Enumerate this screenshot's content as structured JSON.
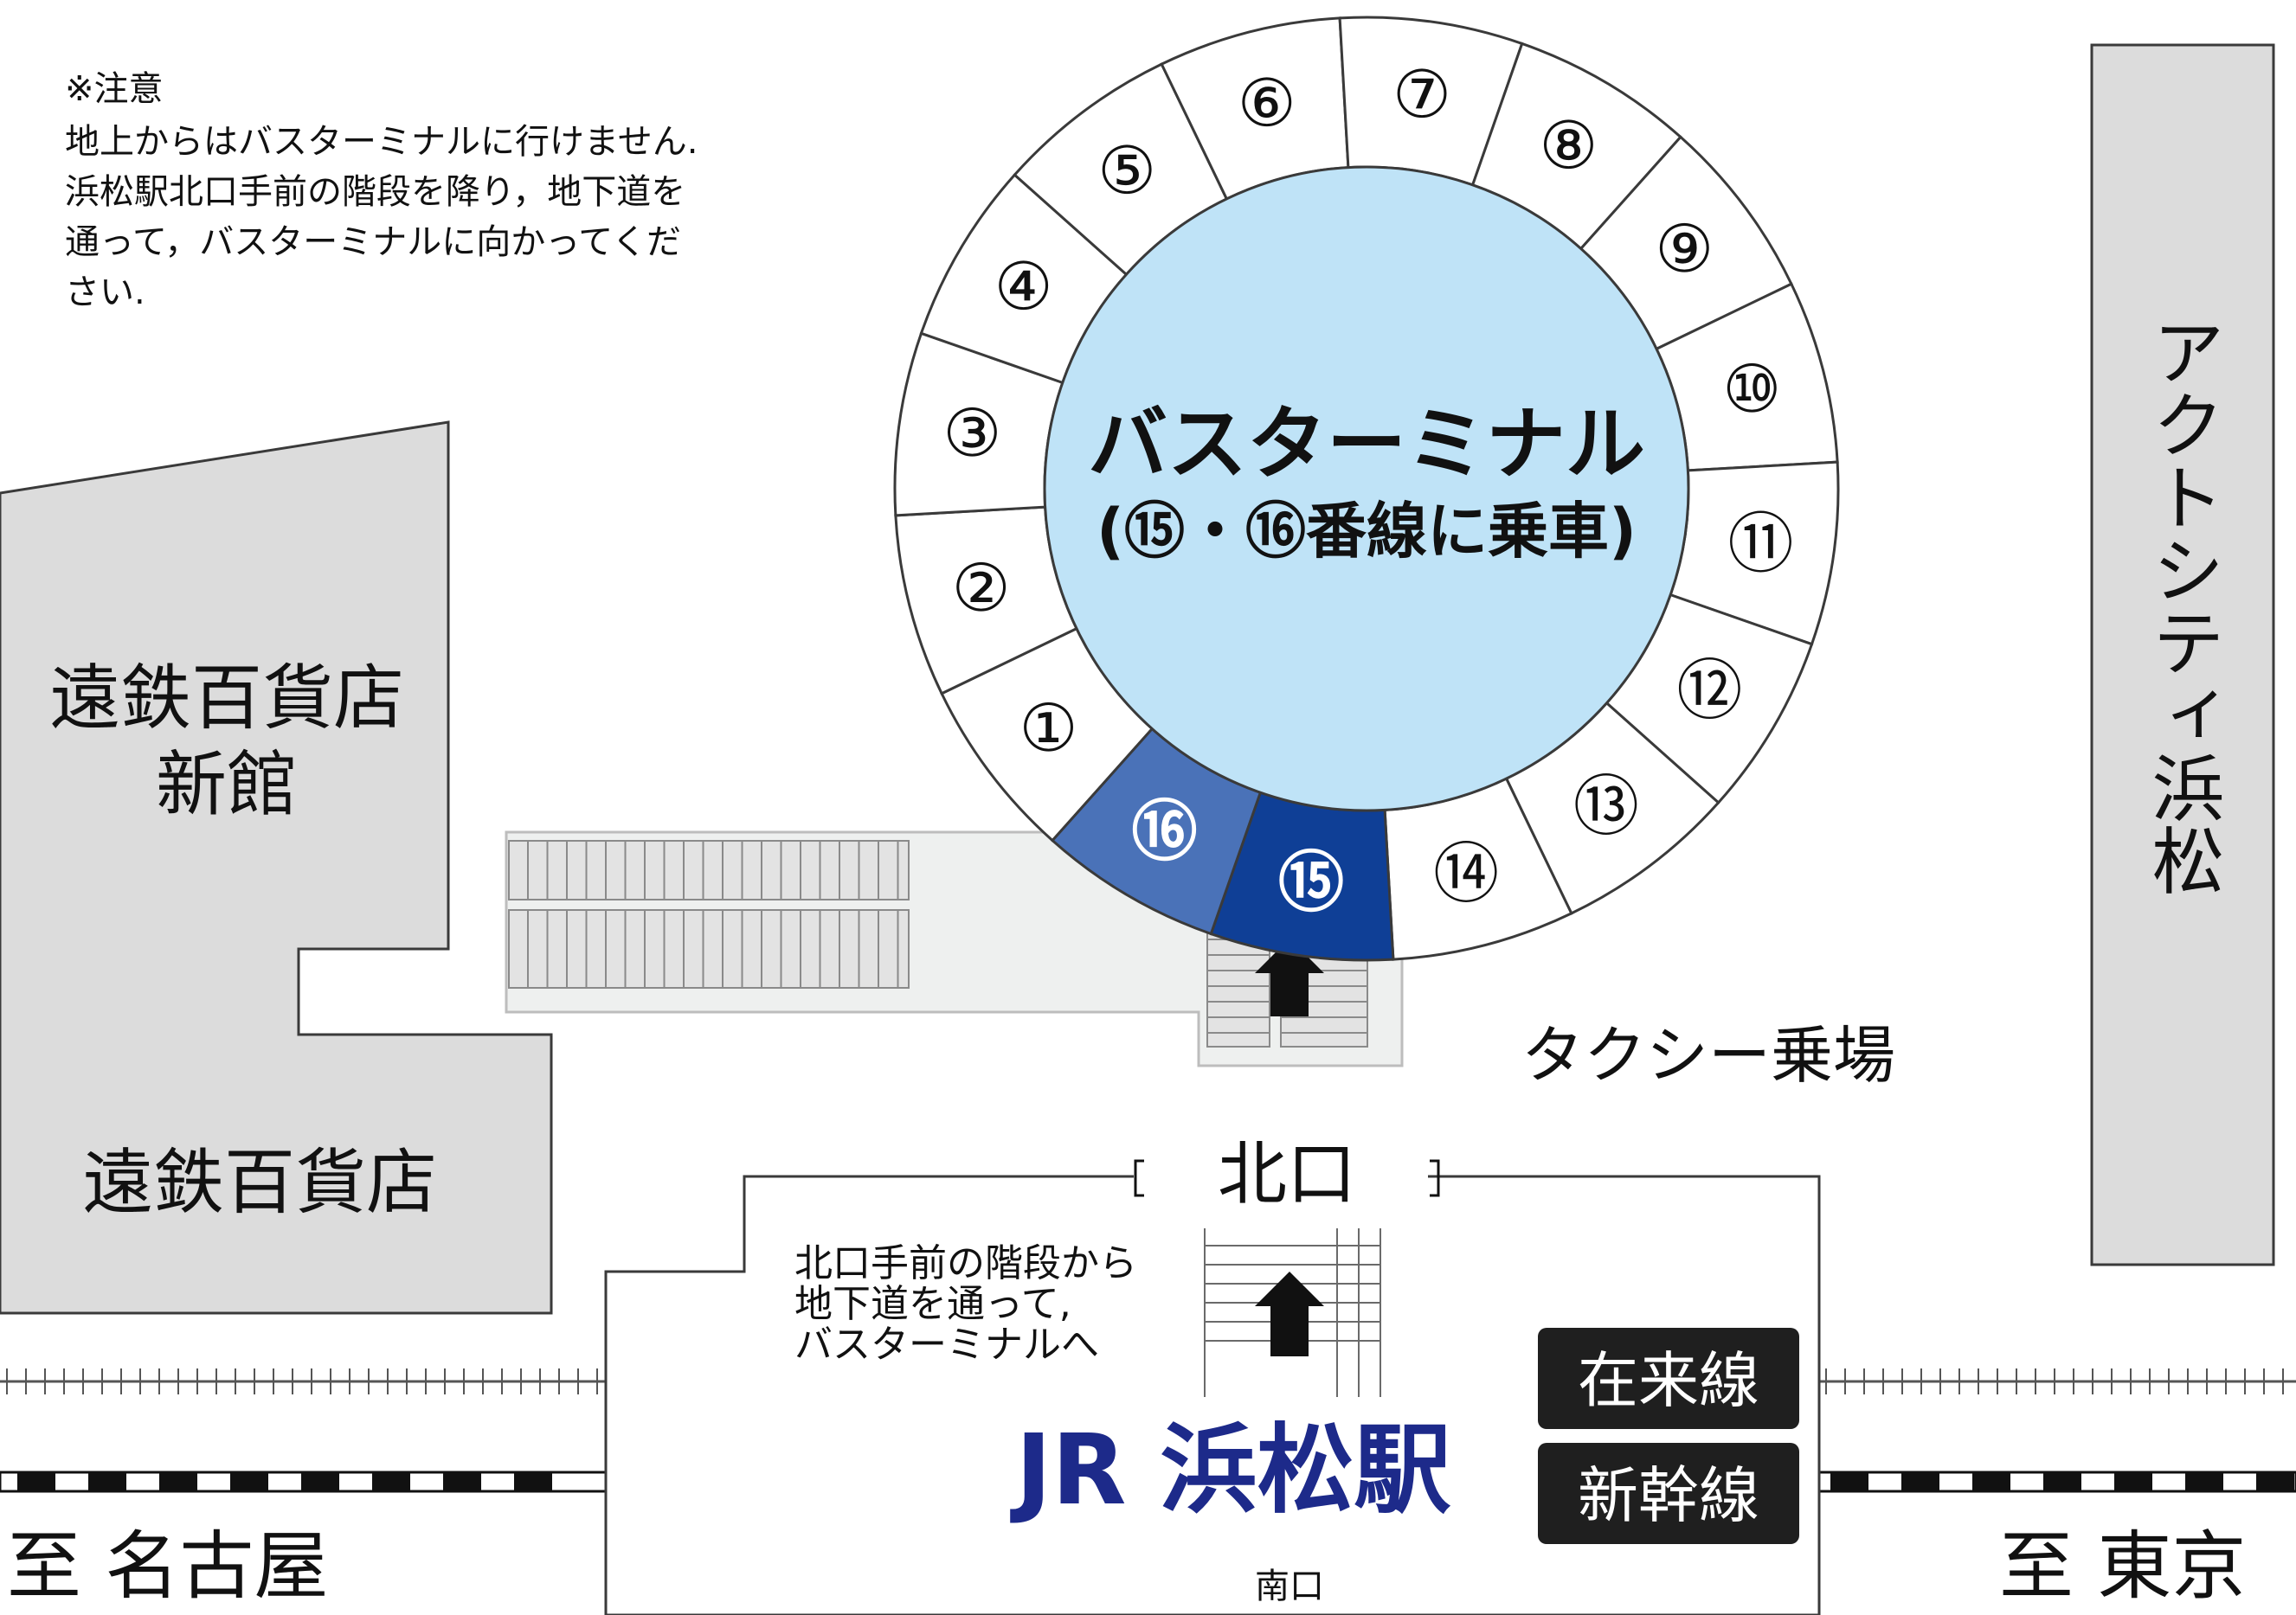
{
  "notice": {
    "title": "※注意",
    "lines": [
      "地上からはバスターミナルに行けません.",
      "浜松駅北口手前の階段を降り，地下道を",
      "通って，バスターミナルに向かってくだ",
      "さい."
    ]
  },
  "bus_terminal": {
    "title": "バスターミナル",
    "subtitle": "(⑮・⑯番線に乗車)",
    "platforms": [
      "①",
      "②",
      "③",
      "④",
      "⑤",
      "⑥",
      "⑦",
      "⑧",
      "⑨",
      "⑩",
      "⑪",
      "⑫",
      "⑬",
      "⑭",
      "⑮",
      "⑯"
    ],
    "highlighted": [
      "⑮",
      "⑯"
    ]
  },
  "buildings": {
    "entetsu_annex_line1": "遠鉄百貨店",
    "entetsu_annex_line2": "新館",
    "entetsu_main": "遠鉄百貨店",
    "act_city": "アクトシティ浜松"
  },
  "taxi": "タクシー乗場",
  "station": {
    "north_exit": "北口",
    "guide_lines": [
      "北口手前の階段から",
      "地下道を通って,",
      "バスターミナルへ"
    ],
    "name": "JR 浜松駅",
    "south_exit": "南口",
    "conventional_line": "在来線",
    "shinkansen": "新幹線"
  },
  "directions": {
    "west": "至 名古屋",
    "east": "至 東京"
  },
  "colors": {
    "terminal_fill": "#bfe3f7",
    "platform_16": "#4a72b8",
    "platform_15": "#0f3f96",
    "building_gray": "#dcdcdc",
    "station_name": "#1d2a8a",
    "badge": "#1f1f1f"
  }
}
